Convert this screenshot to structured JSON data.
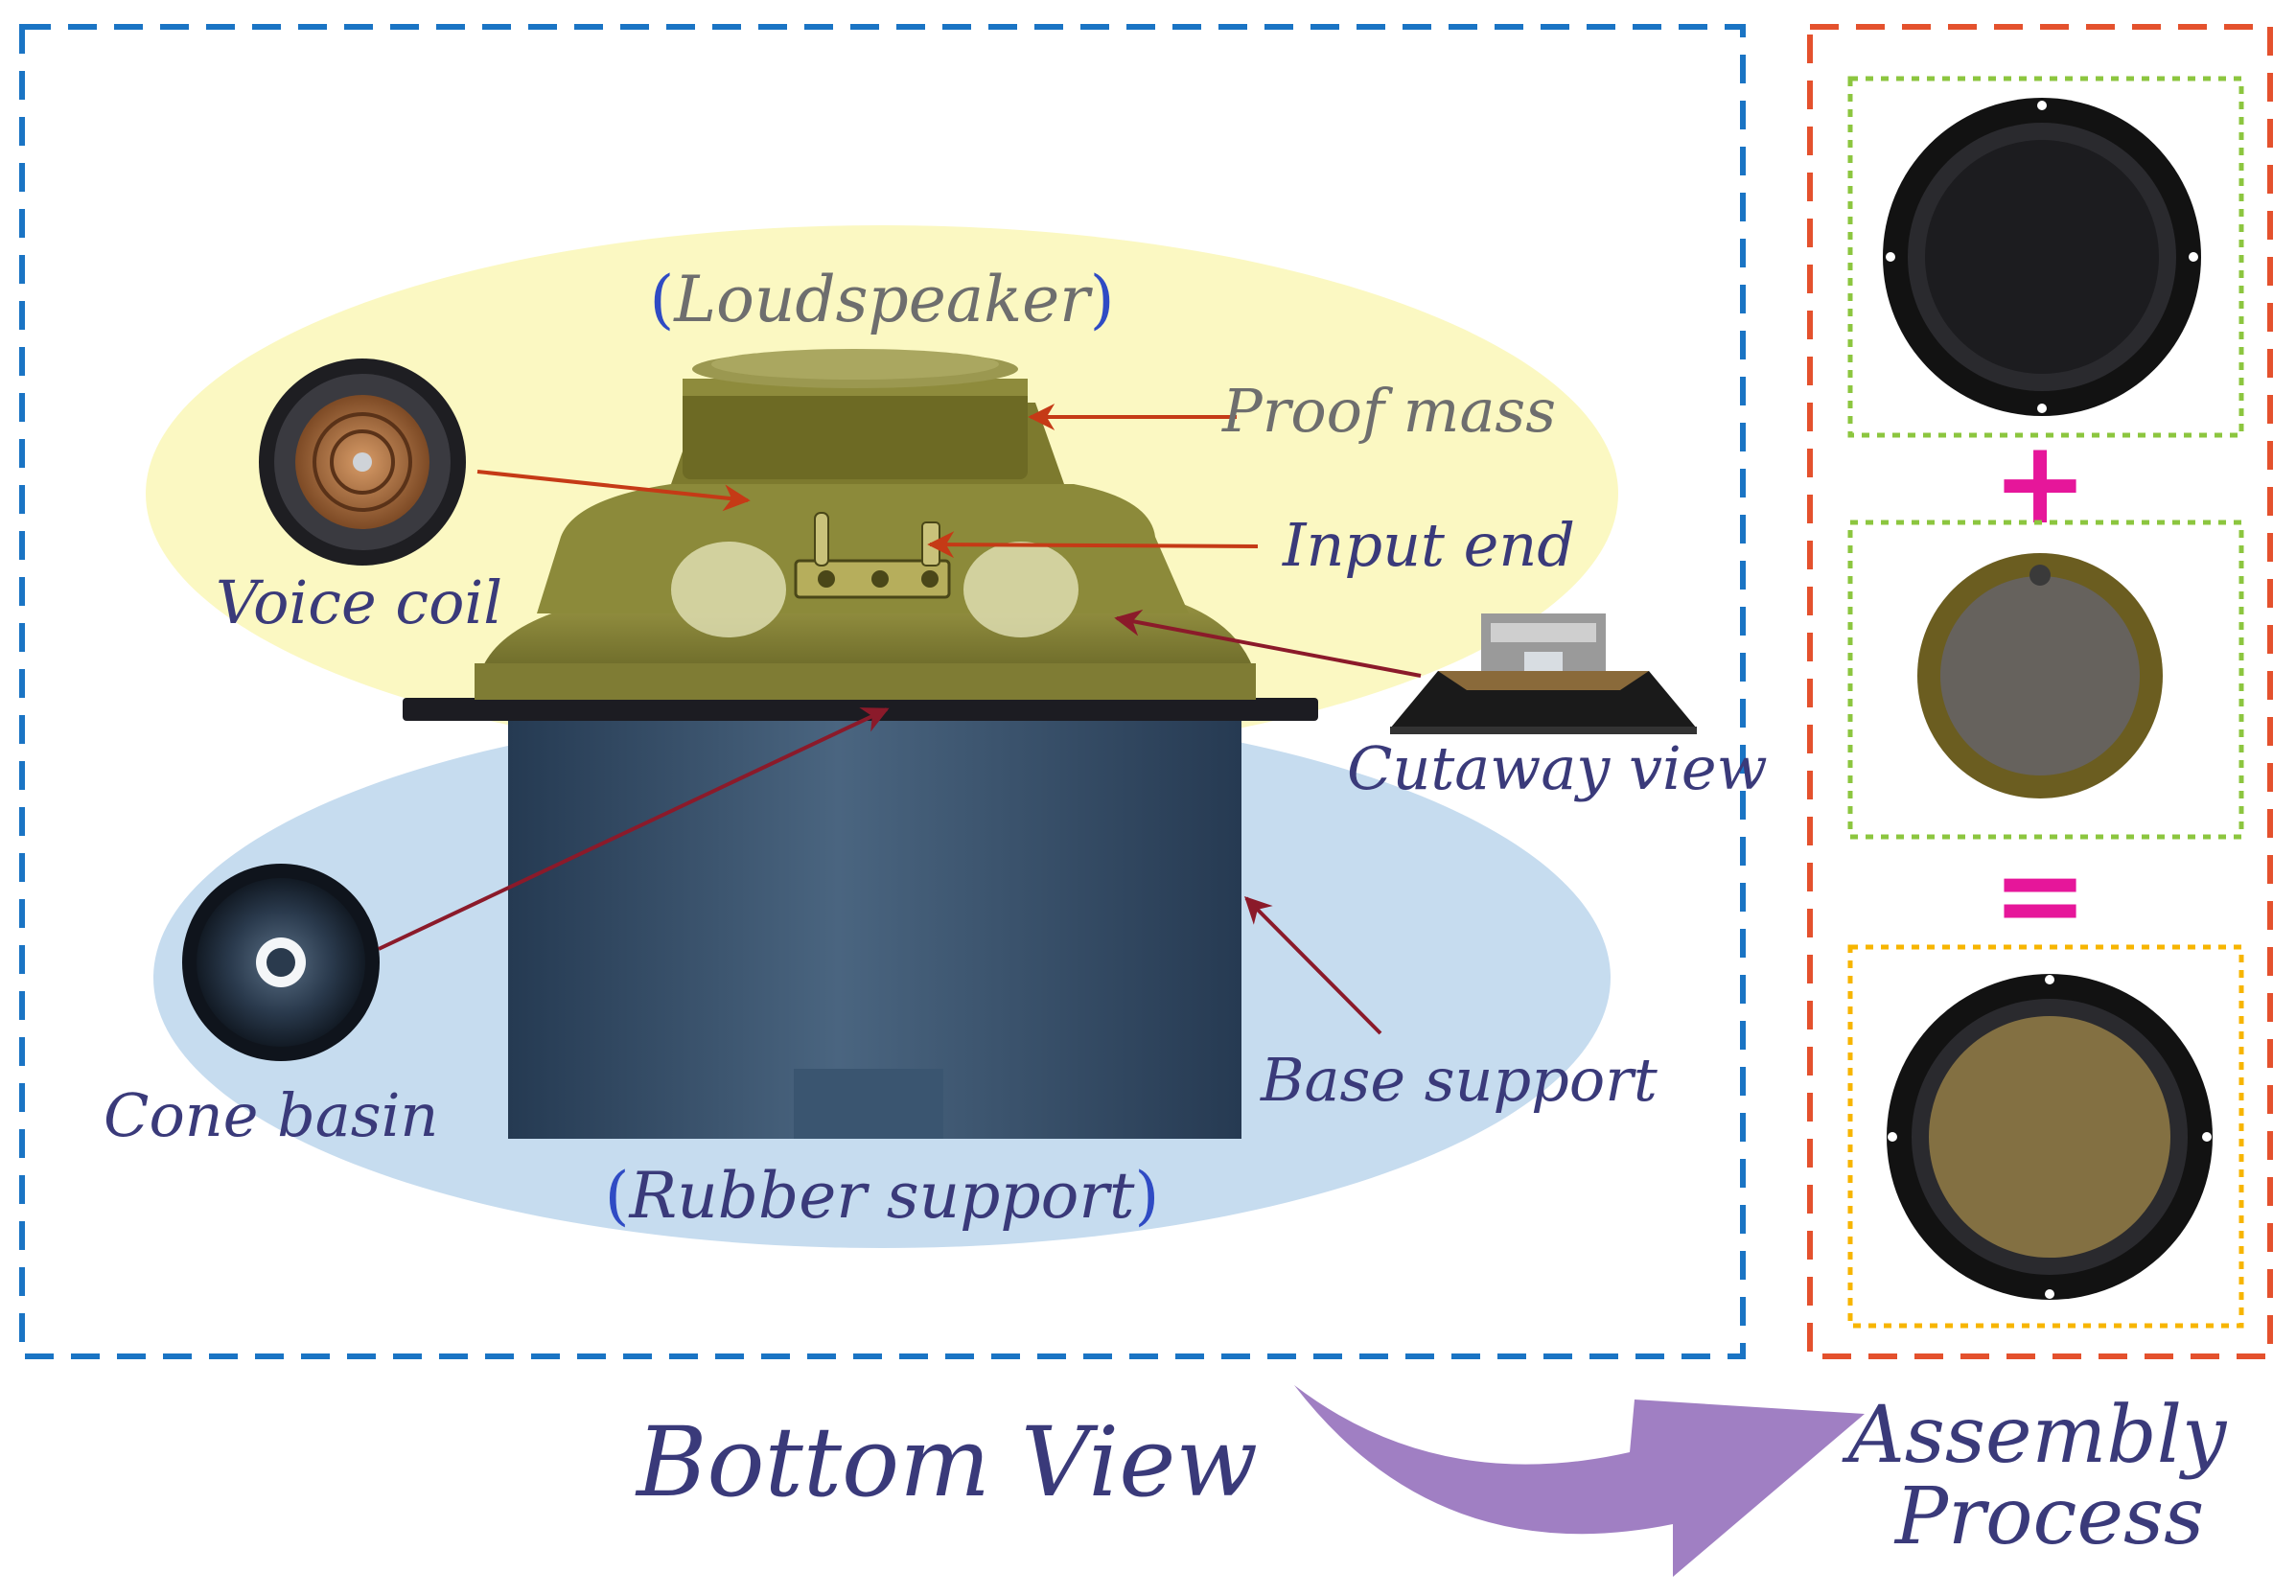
{
  "labels": {
    "loudspeaker_open": "(",
    "loudspeaker": "Loudspeaker",
    "loudspeaker_close": ")",
    "proof_mass": "Proof mass",
    "input_end": "Input end",
    "voice_coil": "Voice coil",
    "cutaway_view": "Cutaway view",
    "cone_basin": "Cone basin",
    "base_support": "Base support",
    "rubber_open": "(",
    "rubber_support": "Rubber support",
    "rubber_close": ")",
    "bottom_view": "Bottom View",
    "assembly_line1": "Assembly",
    "assembly_line2": "Process"
  },
  "assembly": {
    "plus_symbol": "+",
    "equals_symbol": "="
  },
  "colors": {
    "left_frame": "#1a74c4",
    "right_frame": "#e4512d",
    "green_dotted": "#8cc63f",
    "orange_dotted": "#f7b500",
    "yellow_ellipse": "#fbf8c2",
    "blue_ellipse": "#c6dcef",
    "speaker_olive": "#7d7a2e",
    "base_navy": "#354e69",
    "arrow_red": "#c53a16",
    "arrow_dark_red": "#8b1a2a",
    "process_arrow": "#a07fc3",
    "label_text": "#3a3a7a",
    "symbol_magenta": "#e6169a"
  }
}
